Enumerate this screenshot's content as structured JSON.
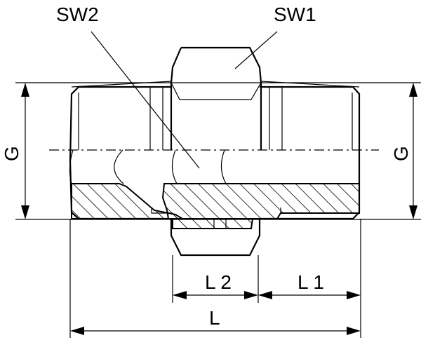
{
  "labels": {
    "sw1": "SW1",
    "sw2": "SW2",
    "g_left": "G",
    "g_right": "G",
    "l2": "L 2",
    "l1": "L 1",
    "l": "L"
  }
}
